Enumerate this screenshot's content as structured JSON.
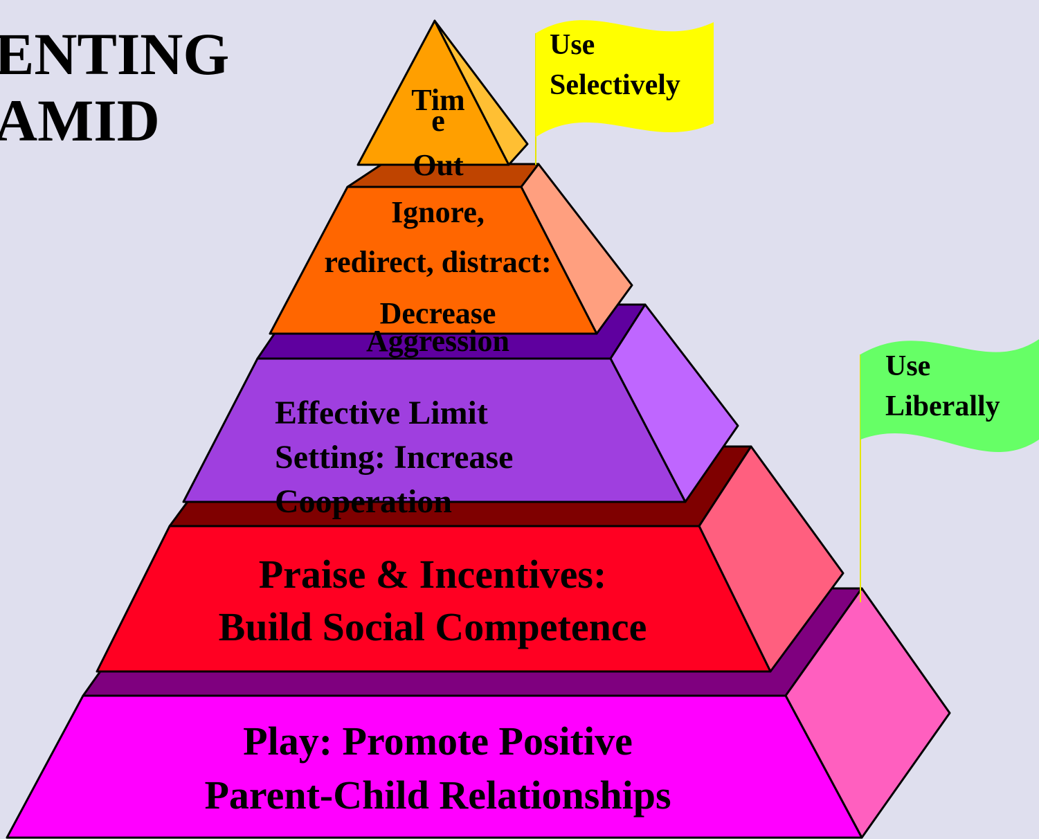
{
  "title": {
    "line1": "ENTING",
    "line2": "AMID"
  },
  "tiers": {
    "top": {
      "line1": "Tim",
      "line2": "e",
      "line3": "Out"
    },
    "ignore": {
      "line1": "Ignore,",
      "line2": "redirect, distract:",
      "line3": "Decrease",
      "line4": "Aggression"
    },
    "limit": {
      "line1": "Effective Limit",
      "line2": "Setting: Increase",
      "line3": "Cooperation"
    },
    "praise": {
      "line1": "Praise & Incentives:",
      "line2": "Build Social Competence"
    },
    "play": {
      "line1": "Play: Promote Positive",
      "line2": "Parent-Child Relationships"
    }
  },
  "flags": {
    "selective": {
      "line1": "Use",
      "line2": "Selectively",
      "color": "#ffff00"
    },
    "liberal": {
      "line1": "Use",
      "line2": "Liberally",
      "color": "#66ff66"
    }
  },
  "colors": {
    "background": "#dfdfee",
    "top_front": "#ff9f00",
    "top_side": "#ffbf33",
    "ignore_front": "#ff6600",
    "ignore_side": "#ff9f7f",
    "ignore_top": "#bf4400",
    "limit_front": "#9f3fdf",
    "limit_side": "#bf66ff",
    "limit_top": "#5f009f",
    "praise_front": "#ff0022",
    "praise_side": "#ff5f7f",
    "praise_top": "#7f0000",
    "play_front": "#ff00ff",
    "play_side": "#ff5fbf",
    "play_top": "#7f007f"
  }
}
